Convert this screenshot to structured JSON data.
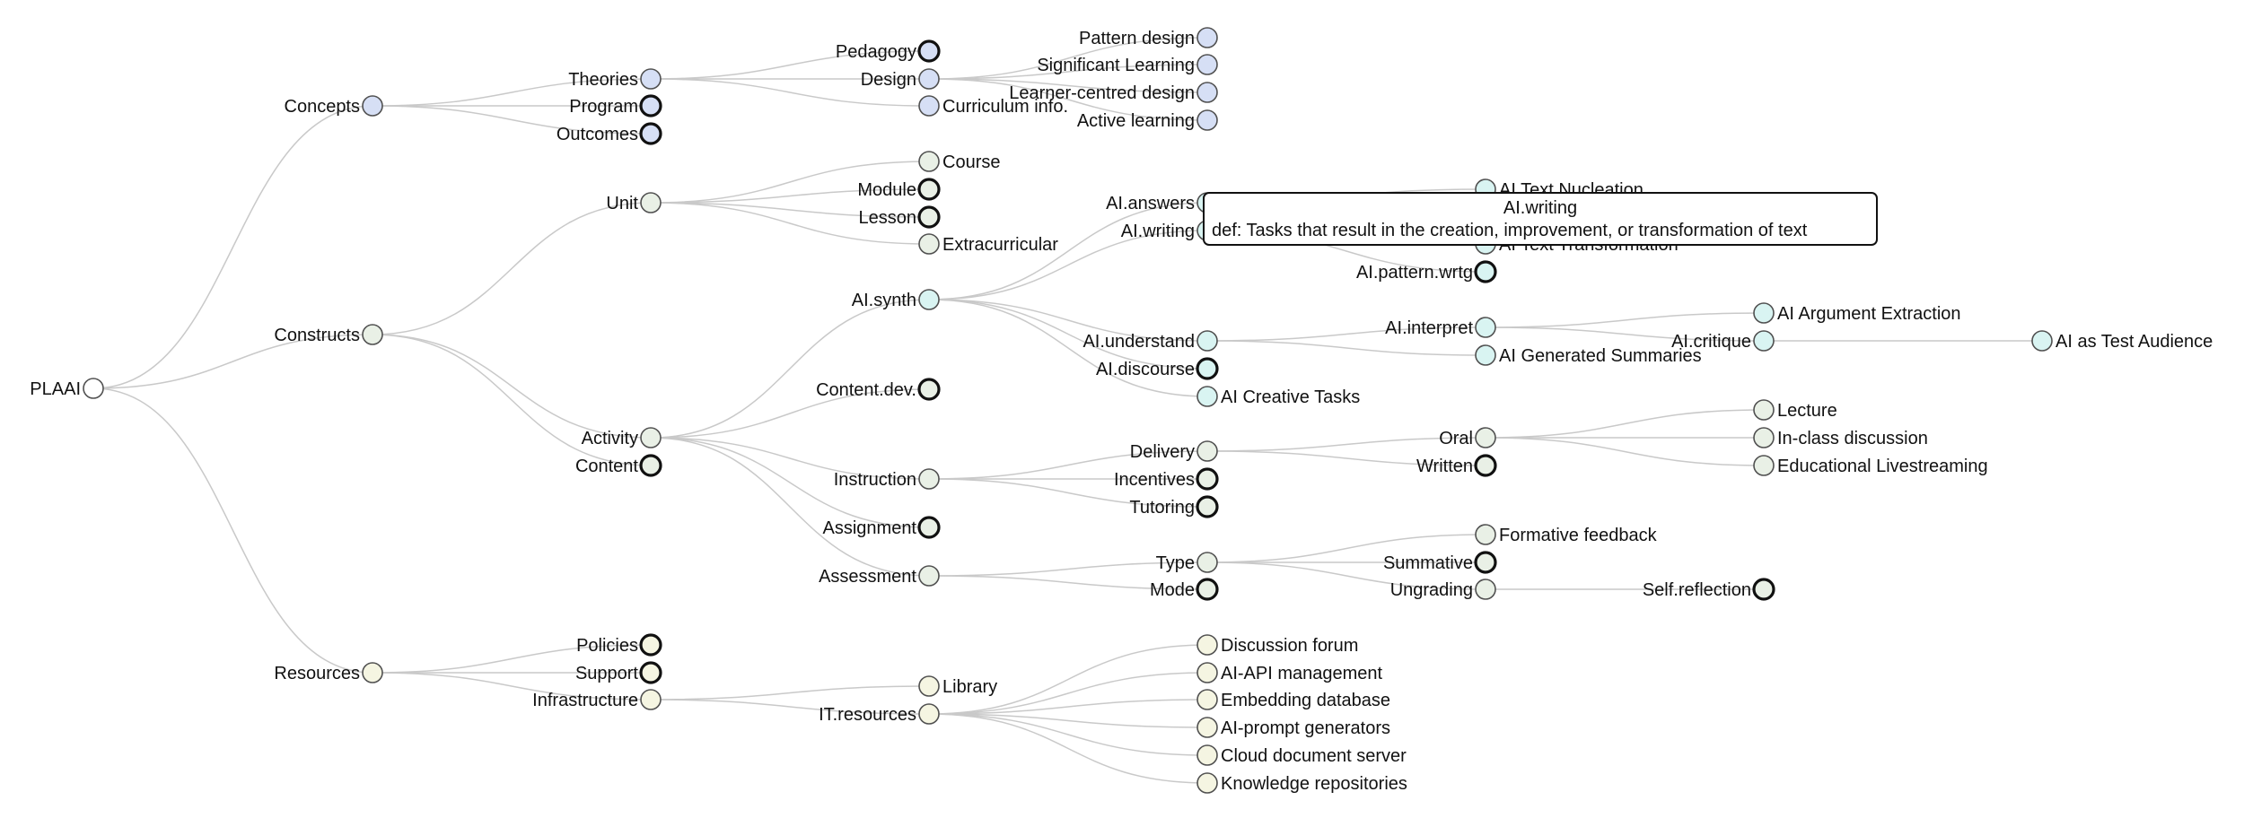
{
  "colors": {
    "concepts": "#d6dff5",
    "constructs": "#e9f0e6",
    "activity_synth": "#d9f4f2",
    "resources": "#f5f5e2",
    "root": "#ffffff",
    "link": "#c9c9c9"
  },
  "tree": {
    "id": "plaai",
    "label": "PLAAI",
    "color": "root",
    "children": [
      {
        "id": "concepts",
        "label": "Concepts",
        "color": "concepts",
        "children": [
          {
            "id": "theories",
            "label": "Theories",
            "color": "concepts",
            "children": [
              {
                "id": "pedagogy",
                "label": "Pedagogy",
                "color": "concepts",
                "collapsed": true
              },
              {
                "id": "design",
                "label": "Design",
                "color": "concepts",
                "children": [
                  {
                    "id": "pattern-design",
                    "label": "Pattern design",
                    "color": "concepts"
                  },
                  {
                    "id": "significant-learning",
                    "label": "Significant Learning",
                    "color": "concepts"
                  },
                  {
                    "id": "learner-centred-design",
                    "label": "Learner-centred design",
                    "color": "concepts"
                  },
                  {
                    "id": "active-learning",
                    "label": "Active learning",
                    "color": "concepts"
                  }
                ]
              },
              {
                "id": "curriculum-info",
                "label": "Curriculum info.",
                "color": "concepts",
                "labelRight": true
              }
            ]
          },
          {
            "id": "program",
            "label": "Program",
            "color": "concepts",
            "collapsed": true
          },
          {
            "id": "outcomes",
            "label": "Outcomes",
            "color": "concepts",
            "collapsed": true
          }
        ]
      },
      {
        "id": "constructs",
        "label": "Constructs",
        "color": "constructs",
        "children": [
          {
            "id": "unit",
            "label": "Unit",
            "color": "constructs",
            "children": [
              {
                "id": "course",
                "label": "Course",
                "color": "constructs",
                "labelRight": true
              },
              {
                "id": "module",
                "label": "Module",
                "color": "constructs",
                "collapsed": true
              },
              {
                "id": "lesson",
                "label": "Lesson",
                "color": "constructs",
                "collapsed": true
              },
              {
                "id": "extracurricular",
                "label": "Extracurricular",
                "color": "constructs",
                "labelRight": true
              }
            ]
          },
          {
            "id": "activity",
            "label": "Activity",
            "color": "constructs",
            "children": [
              {
                "id": "ai-synth",
                "label": "AI.synth",
                "color": "activity_synth",
                "children": [
                  {
                    "id": "ai-answers",
                    "label": "AI.answers",
                    "color": "activity_synth",
                    "children": [
                      {
                        "id": "ai-text-nucleation",
                        "label": "AI Text Nucleation",
                        "color": "activity_synth",
                        "labelRight": true
                      }
                    ]
                  },
                  {
                    "id": "ai-writing",
                    "label": "AI.writing",
                    "color": "activity_synth",
                    "children": [
                      {
                        "id": "ai-text-transformation",
                        "label": "AI Text Transformation",
                        "color": "activity_synth",
                        "labelRight": true
                      },
                      {
                        "id": "ai-pattern-wrtg",
                        "label": "AI.pattern.wrtg",
                        "color": "activity_synth",
                        "collapsed": true
                      }
                    ]
                  },
                  {
                    "id": "ai-understand",
                    "label": "AI.understand",
                    "color": "activity_synth",
                    "children": [
                      {
                        "id": "ai-interpret",
                        "label": "AI.interpret",
                        "color": "activity_synth",
                        "children": [
                          {
                            "id": "ai-critique",
                            "label": "AI.critique",
                            "color": "activity_synth",
                            "children": [
                              {
                                "id": "ai-as-test-audience",
                                "label": "AI as Test Audience",
                                "color": "activity_synth",
                                "labelRight": true
                              }
                            ]
                          },
                          {
                            "id": "ai-argument-extraction",
                            "label": "AI Argument Extraction",
                            "color": "activity_synth",
                            "labelRight": true
                          }
                        ]
                      },
                      {
                        "id": "ai-generated-summaries",
                        "label": "AI Generated Summaries",
                        "color": "activity_synth",
                        "labelRight": true
                      }
                    ]
                  },
                  {
                    "id": "ai-discourse",
                    "label": "AI.discourse",
                    "color": "activity_synth",
                    "collapsed": true
                  },
                  {
                    "id": "ai-creative-tasks",
                    "label": "AI Creative Tasks",
                    "color": "activity_synth",
                    "labelRight": true
                  }
                ]
              },
              {
                "id": "content-dev",
                "label": "Content.dev.",
                "color": "constructs",
                "collapsed": true
              },
              {
                "id": "instruction",
                "label": "Instruction",
                "color": "constructs",
                "children": [
                  {
                    "id": "delivery",
                    "label": "Delivery",
                    "color": "constructs",
                    "children": [
                      {
                        "id": "oral",
                        "label": "Oral",
                        "color": "constructs",
                        "children": [
                          {
                            "id": "lecture",
                            "label": "Lecture",
                            "color": "constructs",
                            "labelRight": true
                          },
                          {
                            "id": "in-class-discussion",
                            "label": "In-class discussion",
                            "color": "constructs",
                            "labelRight": true
                          },
                          {
                            "id": "educational-livestreaming",
                            "label": "Educational Livestreaming",
                            "color": "constructs",
                            "labelRight": true
                          }
                        ]
                      },
                      {
                        "id": "written",
                        "label": "Written",
                        "color": "constructs",
                        "collapsed": true
                      }
                    ]
                  },
                  {
                    "id": "incentives",
                    "label": "Incentives",
                    "color": "constructs",
                    "collapsed": true
                  },
                  {
                    "id": "tutoring",
                    "label": "Tutoring",
                    "color": "constructs",
                    "collapsed": true
                  }
                ]
              },
              {
                "id": "assignment",
                "label": "Assignment",
                "color": "constructs",
                "collapsed": true
              },
              {
                "id": "assessment",
                "label": "Assessment",
                "color": "constructs",
                "children": [
                  {
                    "id": "type",
                    "label": "Type",
                    "color": "constructs",
                    "children": [
                      {
                        "id": "formative-feedback",
                        "label": "Formative feedback",
                        "color": "constructs",
                        "labelRight": true
                      },
                      {
                        "id": "summative",
                        "label": "Summative",
                        "color": "constructs",
                        "collapsed": true
                      },
                      {
                        "id": "ungrading",
                        "label": "Ungrading",
                        "color": "constructs",
                        "children": [
                          {
                            "id": "self-reflection",
                            "label": "Self.reflection",
                            "color": "constructs",
                            "collapsed": true
                          }
                        ]
                      }
                    ]
                  },
                  {
                    "id": "mode",
                    "label": "Mode",
                    "color": "constructs",
                    "collapsed": true
                  }
                ]
              }
            ]
          },
          {
            "id": "content",
            "label": "Content",
            "color": "constructs",
            "collapsed": true
          }
        ]
      },
      {
        "id": "resources",
        "label": "Resources",
        "color": "resources",
        "children": [
          {
            "id": "policies",
            "label": "Policies",
            "color": "resources",
            "collapsed": true
          },
          {
            "id": "support",
            "label": "Support",
            "color": "resources",
            "collapsed": true
          },
          {
            "id": "infrastructure",
            "label": "Infrastructure",
            "color": "resources",
            "children": [
              {
                "id": "library",
                "label": "Library",
                "color": "resources",
                "labelRight": true
              },
              {
                "id": "it-resources",
                "label": "IT.resources",
                "color": "resources",
                "children": [
                  {
                    "id": "discussion-forum",
                    "label": "Discussion forum",
                    "color": "resources",
                    "labelRight": true
                  },
                  {
                    "id": "ai-api-management",
                    "label": "AI-API management",
                    "color": "resources",
                    "labelRight": true
                  },
                  {
                    "id": "embedding-database",
                    "label": "Embedding database",
                    "color": "resources",
                    "labelRight": true
                  },
                  {
                    "id": "ai-prompt-generators",
                    "label": "AI-prompt generators",
                    "color": "resources",
                    "labelRight": true
                  },
                  {
                    "id": "cloud-document-server",
                    "label": "Cloud document server",
                    "color": "resources",
                    "labelRight": true
                  },
                  {
                    "id": "knowledge-repositories",
                    "label": "Knowledge repositories",
                    "color": "resources",
                    "labelRight": true
                  }
                ]
              }
            ]
          }
        ]
      }
    ]
  },
  "tooltip": {
    "title": "AI.writing",
    "definition": "def: Tasks that result in the creation, improvement, or transformation of text"
  }
}
